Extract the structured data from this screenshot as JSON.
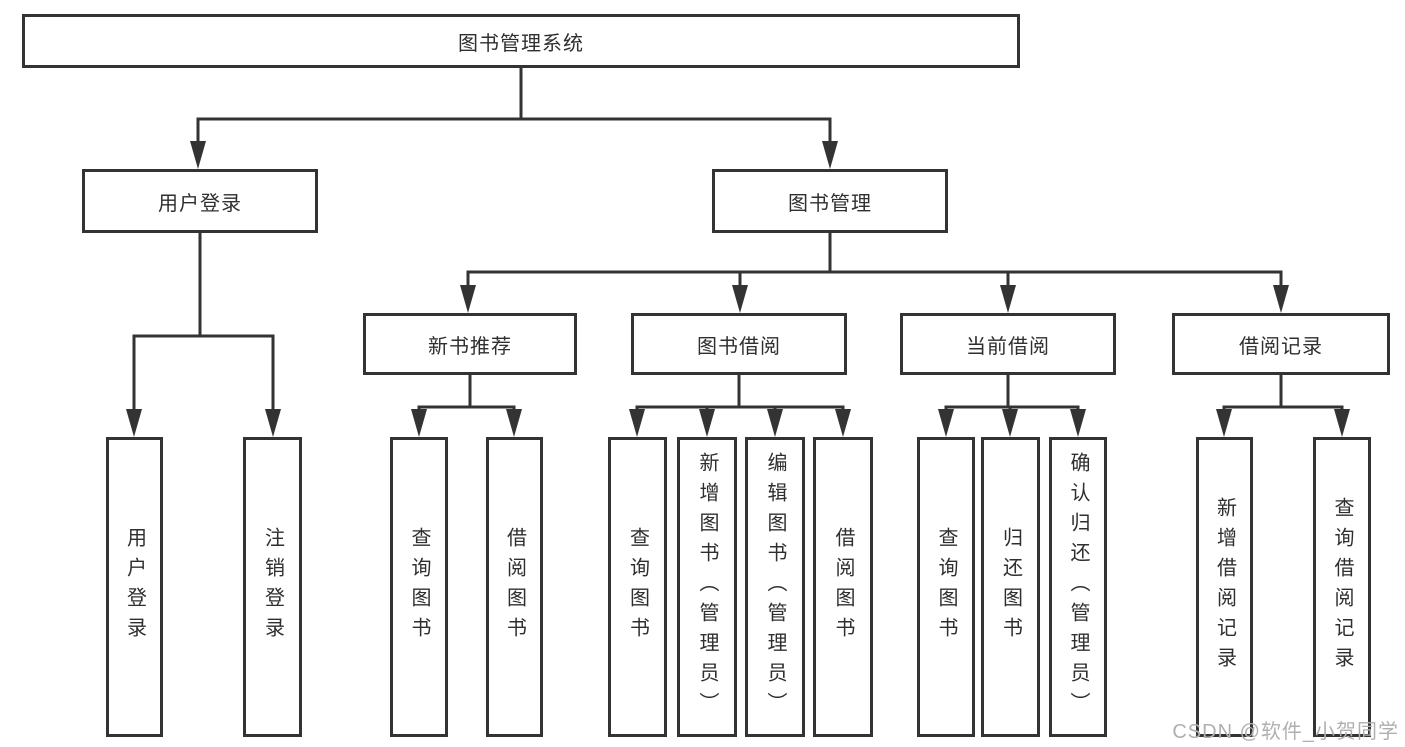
{
  "colors": {
    "line": "#333333",
    "box_border": "#333333",
    "text": "#2f2f2f",
    "watermark": "#b0b0b0",
    "background": "#ffffff"
  },
  "watermark": "CSDN @软件_小贺同学",
  "tree": {
    "label": "图书管理系统",
    "children": [
      {
        "label": "用户登录",
        "children": [
          {
            "label": "用户登录"
          },
          {
            "label": "注销登录"
          }
        ]
      },
      {
        "label": "图书管理",
        "children": [
          {
            "label": "新书推荐",
            "children": [
              {
                "label": "查询图书"
              },
              {
                "label": "借阅图书"
              }
            ]
          },
          {
            "label": "图书借阅",
            "children": [
              {
                "label": "查询图书"
              },
              {
                "label": "新增图书（管理员）"
              },
              {
                "label": "编辑图书（管理员）"
              },
              {
                "label": "借阅图书"
              }
            ]
          },
          {
            "label": "当前借阅",
            "children": [
              {
                "label": "查询图书"
              },
              {
                "label": "归还图书"
              },
              {
                "label": "确认归还（管理员）"
              }
            ]
          },
          {
            "label": "借阅记录",
            "children": [
              {
                "label": "新增借阅记录"
              },
              {
                "label": "查询借阅记录"
              }
            ]
          }
        ]
      }
    ]
  }
}
